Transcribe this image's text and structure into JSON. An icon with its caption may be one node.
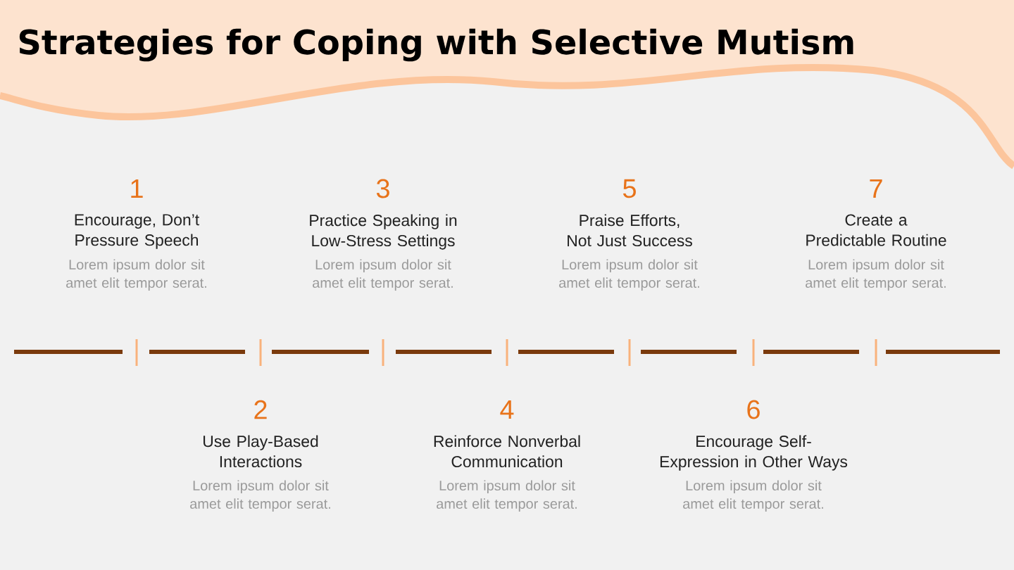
{
  "diagram": {
    "title": "Strategies for Coping with Selective Mutism",
    "labels": [
      "1",
      "Encourage, Don’t Pressure Speech",
      "Lorem ipsum dolor sit amet elit tempor serat.",
      "3",
      "Practice Speaking in Low-Stress Settings",
      "Lorem ipsum dolor sit amet elit tempor serat.",
      "5",
      "Praise Efforts, Not Just Success",
      "Lorem ipsum dolor sit amet elit tempor serat.",
      "7",
      "Create a Predictable Routine",
      "Lorem ipsum dolor sit amet elit tempor serat.",
      "2",
      "Use Play-Based Interactions",
      "Lorem ipsum dolor sit amet elit tempor serat.",
      "4",
      "Reinforce Nonverbal Communication",
      "Lorem ipsum dolor sit amet elit tempor serat.",
      "6",
      "Encourage Self-Expression in Other Ways",
      "Lorem ipsum dolor sit amet elit tempor serat."
    ]
  }
}
